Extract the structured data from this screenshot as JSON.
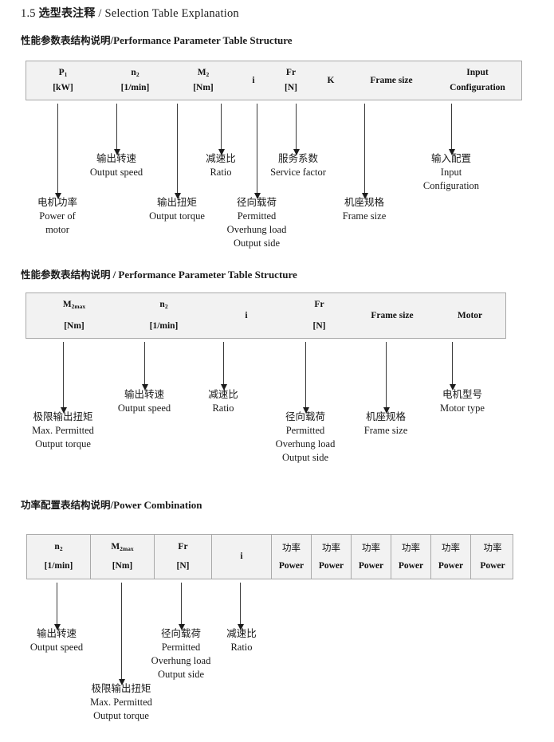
{
  "doc": {
    "title_number": "1.5",
    "title_cn": "选型表注释",
    "title_sep": "/",
    "title_en": "Selection Table Explanation"
  },
  "sections": [
    {
      "heading_cn": "性能参数表结构说明",
      "heading_sep": "/",
      "heading_en": "Performance Parameter Table Structure",
      "table": {
        "columns": [
          {
            "line1": "P",
            "sub1": "1",
            "line2": "[kW]"
          },
          {
            "line1": "n",
            "sub1": "2",
            "line2": "[1/min]"
          },
          {
            "line1": "M",
            "sub1": "2",
            "line2": "[Nm]"
          },
          {
            "line1": "i",
            "sub1": "",
            "line2": ""
          },
          {
            "line1": "Fr",
            "sub1": "",
            "line2": "[N]"
          },
          {
            "line1": "K",
            "sub1": "",
            "line2": ""
          },
          {
            "line1": "Frame size",
            "sub1": "",
            "line2": ""
          },
          {
            "line1": "Input",
            "sub1": "",
            "line2": "Configuration"
          }
        ]
      },
      "notes": [
        {
          "cn": "电机功率",
          "en1": "Power of",
          "en2": "motor",
          "en3": "",
          "en4": ""
        },
        {
          "cn": "输出转速",
          "en1": "Output speed",
          "en2": "",
          "en3": "",
          "en4": ""
        },
        {
          "cn": "输出扭矩",
          "en1": "Output torque",
          "en2": "",
          "en3": "",
          "en4": ""
        },
        {
          "cn": "减速比",
          "en1": "Ratio",
          "en2": "",
          "en3": "",
          "en4": ""
        },
        {
          "cn": "径向载荷",
          "en1": "Permitted",
          "en2": "Overhung load",
          "en3": "Output side",
          "en4": ""
        },
        {
          "cn": "服务系数",
          "en1": "Service factor",
          "en2": "",
          "en3": "",
          "en4": ""
        },
        {
          "cn": "机座规格",
          "en1": "Frame size",
          "en2": "",
          "en3": "",
          "en4": ""
        },
        {
          "cn": "输入配置",
          "en1": "Input",
          "en2": "Configuration",
          "en3": "",
          "en4": ""
        }
      ]
    },
    {
      "heading_cn": "性能参数表结构说明",
      "heading_sep": "/",
      "heading_en": "Performance Parameter Table Structure",
      "table": {
        "columns": [
          {
            "line1": "M",
            "sub1": "2max",
            "line2": "[Nm]"
          },
          {
            "line1": "n",
            "sub1": "2",
            "line2": "[1/min]"
          },
          {
            "line1": "i",
            "sub1": "",
            "line2": ""
          },
          {
            "line1": "Fr",
            "sub1": "",
            "line2": "[N]"
          },
          {
            "line1": "Frame size",
            "sub1": "",
            "line2": ""
          },
          {
            "line1": "Motor",
            "sub1": "",
            "line2": ""
          }
        ]
      },
      "notes": [
        {
          "cn": "极限输出扭矩",
          "en1": "Max. Permitted",
          "en2": "Output  torque",
          "en3": "",
          "en4": ""
        },
        {
          "cn": "输出转速",
          "en1": "Output speed",
          "en2": "",
          "en3": "",
          "en4": ""
        },
        {
          "cn": "减速比",
          "en1": "Ratio",
          "en2": "",
          "en3": "",
          "en4": ""
        },
        {
          "cn": "径向载荷",
          "en1": "Permitted",
          "en2": "Overhung load",
          "en3": "Output side",
          "en4": ""
        },
        {
          "cn": "机座规格",
          "en1": "Frame size",
          "en2": "",
          "en3": "",
          "en4": ""
        },
        {
          "cn": "电机型号",
          "en1": "Motor type",
          "en2": "",
          "en3": "",
          "en4": ""
        }
      ]
    },
    {
      "heading_cn": "功率配置表结构说明",
      "heading_sep": "/",
      "heading_en": "Power Combination",
      "table": {
        "columns": [
          {
            "line1": "n",
            "sub1": "2",
            "line2": "[1/min]"
          },
          {
            "line1": "M",
            "sub1": "2max",
            "line2": "[Nm]"
          },
          {
            "line1": "Fr",
            "sub1": "",
            "line2": "[N]"
          },
          {
            "line1": "i",
            "sub1": "",
            "line2": ""
          },
          {
            "line1": "功率",
            "sub1": "",
            "line2": "Power"
          },
          {
            "line1": "功率",
            "sub1": "",
            "line2": "Power"
          },
          {
            "line1": "功率",
            "sub1": "",
            "line2": "Power"
          },
          {
            "line1": "功率",
            "sub1": "",
            "line2": "Power"
          },
          {
            "line1": "功率",
            "sub1": "",
            "line2": "Power"
          },
          {
            "line1": "功率",
            "sub1": "",
            "line2": "Power"
          }
        ]
      },
      "notes": [
        {
          "cn": "输出转速",
          "en1": "Output speed",
          "en2": "",
          "en3": "",
          "en4": ""
        },
        {
          "cn": "极限输出扭矩",
          "en1": "Max. Permitted",
          "en2": "Output  torque",
          "en3": "",
          "en4": ""
        },
        {
          "cn": "径向载荷",
          "en1": "Permitted",
          "en2": "Overhung load",
          "en3": "Output side",
          "en4": ""
        },
        {
          "cn": "减速比",
          "en1": "Ratio",
          "en2": "",
          "en3": "",
          "en4": ""
        }
      ]
    }
  ],
  "colors": {
    "table_fill": "#f2f2f2",
    "table_border": "#a9a9a9",
    "arrow": "#3a3a3a",
    "text": "#1a1a1a"
  }
}
